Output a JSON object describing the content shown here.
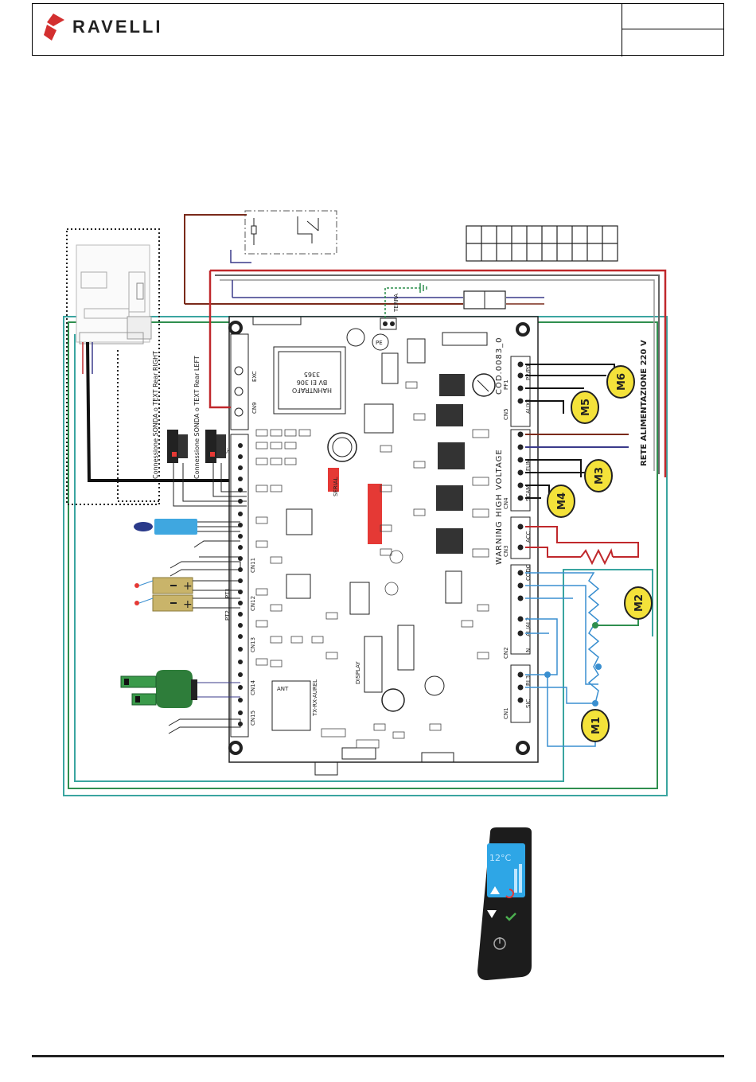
{
  "header": {
    "brand": "RAVELLI"
  },
  "board": {
    "code_label": "COD.0083_0",
    "high_voltage": "HIGH VOLTAGE",
    "warning": "WARNING",
    "mains_label": "RETE ALIMENTAZIONE 220 V",
    "earth_label": "TERRA",
    "pe_label": "PE",
    "serial_label": "SERIAL",
    "transformer_text": [
      "HAHNTRAFO",
      "BV EI 306",
      "3365"
    ],
    "antenna_label": "ANT",
    "rf_label": "TX-RX-AUREL",
    "display_label": "DISPLAY",
    "connector_labels_right": [
      "PF1",
      "P2/P0",
      "AUX1",
      "CN5",
      "FUM",
      "SCAM",
      "CN4",
      "ACC",
      "CN3",
      "CODC",
      "AL/AL2",
      "N",
      "CN2",
      "RL3",
      "SIC",
      "CN1"
    ],
    "connector_labels_left": [
      "S-",
      "EXC",
      "CN9",
      "PT1",
      "PT2",
      "CN14",
      "CN15",
      "CN13",
      "CN11",
      "CN12"
    ]
  },
  "probes": {
    "left": "Connessione SONDA o TEXT Rear LEFT",
    "right": "Connessione SONDA o TEXT Rear RIGHT"
  },
  "motors": [
    {
      "id": "m6",
      "label": "M6"
    },
    {
      "id": "m5",
      "label": "M5"
    },
    {
      "id": "m3",
      "label": "M3"
    },
    {
      "id": "m4",
      "label": "M4"
    },
    {
      "id": "m2",
      "label": "M2"
    },
    {
      "id": "m1",
      "label": "M1"
    }
  ],
  "remote": {
    "temperature": "12°C"
  },
  "colors": {
    "red_wire": "#c0282c",
    "brown_wire": "#7a2a1a",
    "blue_wire": "#3a8fd0",
    "green_wire": "#2f8f4f",
    "teal_wire": "#3aa5a0",
    "motor_yellow": "#f4e23a",
    "connector_red": "#e53935",
    "probe_blue": "#3fa7e0",
    "logo_red": "#d32f2f"
  }
}
